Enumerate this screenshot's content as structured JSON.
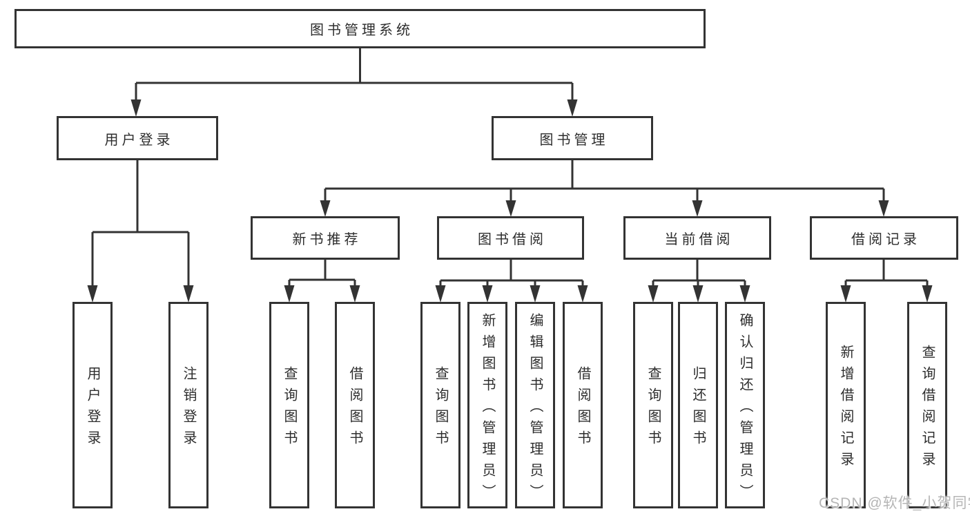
{
  "diagram_title": "图书管理系统",
  "tree": {
    "root": {
      "label": "图书管理系统"
    },
    "branches": [
      {
        "label": "用户登录",
        "children": [
          {
            "label": "用户登录"
          },
          {
            "label": "注销登录"
          }
        ]
      },
      {
        "label": "图书管理",
        "subgroups": [
          {
            "label": "新书推荐",
            "children": [
              {
                "label": "查询图书"
              },
              {
                "label": "借阅图书"
              }
            ]
          },
          {
            "label": "图书借阅",
            "children": [
              {
                "label": "查询图书"
              },
              {
                "label": "新增图书（管理员）"
              },
              {
                "label": "编辑图书（管理员）"
              },
              {
                "label": "借阅图书"
              }
            ]
          },
          {
            "label": "当前借阅",
            "children": [
              {
                "label": "查询图书"
              },
              {
                "label": "归还图书"
              },
              {
                "label": "确认归还（管理员）"
              }
            ]
          },
          {
            "label": "借阅记录",
            "children": [
              {
                "label": "新增借阅记录"
              },
              {
                "label": "查询借阅记录"
              }
            ]
          }
        ]
      }
    ]
  },
  "watermark": "CSDN @软件_小贺同学",
  "colors": {
    "line": "#333333",
    "box_border": "#333333",
    "text": "#2d2d2d",
    "background": "#ffffff",
    "watermark": "#b5b5b5"
  }
}
